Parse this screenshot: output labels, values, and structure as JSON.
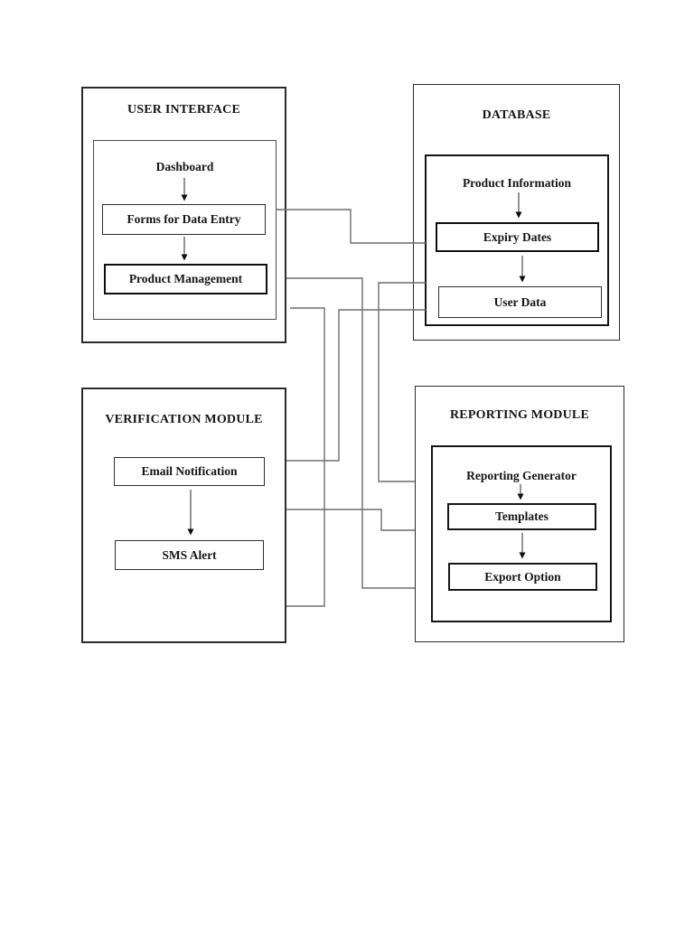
{
  "page": {
    "background_color": "#ffffff"
  },
  "modules": {
    "user_interface": {
      "title": "USER INTERFACE",
      "root_node": "Dashboard",
      "children": [
        "Forms for Data Entry",
        "Product Management"
      ]
    },
    "database": {
      "title": "DATABASE",
      "root_node": "Product Information",
      "children": [
        "Expiry Dates",
        "User Data"
      ]
    },
    "verification_module": {
      "title": "VERIFICATION MODULE",
      "children": [
        "Email Notification",
        "SMS Alert"
      ]
    },
    "reporting_module": {
      "title": "REPORTING MODULE",
      "root_node": "Reporting Generator",
      "children": [
        "Templates",
        "Export Option"
      ]
    }
  },
  "internal_flows": [
    {
      "from": "Dashboard",
      "to": "Forms for Data Entry"
    },
    {
      "from": "Forms for Data Entry",
      "to": "Product Management"
    },
    {
      "from": "Product Information",
      "to": "Expiry Dates"
    },
    {
      "from": "Expiry Dates",
      "to": "User Data"
    },
    {
      "from": "Email Notification",
      "to": "SMS Alert"
    },
    {
      "from": "Reporting Generator",
      "to": "Templates"
    },
    {
      "from": "Templates",
      "to": "Export Option"
    }
  ],
  "connections": [
    {
      "from": "Forms for Data Entry (User Interface)",
      "to": "Expiry Dates (Database)"
    },
    {
      "from": "Product Management (User Interface)",
      "to": "Export Option (Reporting Module)"
    },
    {
      "from": "User Data (Database)",
      "to": "Templates (Reporting Module)"
    },
    {
      "from": "User Data (Database)",
      "to": "Email Notification (Verification Module)"
    },
    {
      "from": "Verification Module",
      "to": "Templates (Reporting Module)"
    },
    {
      "from": "User Interface",
      "to": "Verification Module (SMS Alert area)"
    }
  ],
  "colors": {
    "box_border": "#2b2b2b",
    "emphasis_border": "#0e0e0e",
    "connector_line": "#6e6e6e",
    "text": "#151515"
  }
}
